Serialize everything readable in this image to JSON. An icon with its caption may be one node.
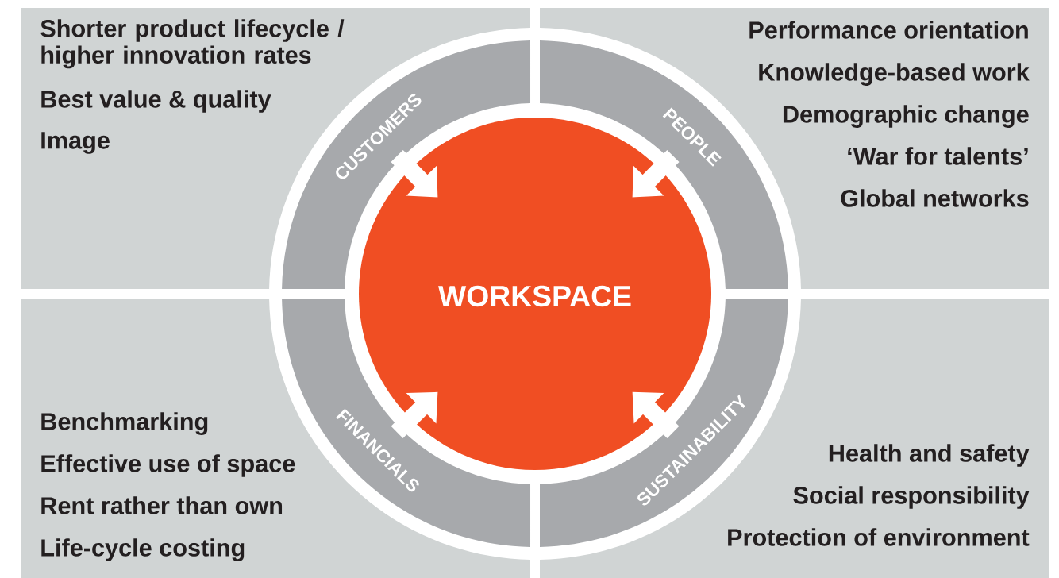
{
  "diagram": {
    "nodes": [
      {
        "text": [
          "Shorter product lifecycle / higher innovation rates",
          "Best value & quality",
          "Image"
        ]
      },
      {
        "text": [
          "Performance orientation",
          "Knowledge-based work",
          "Demographic change",
          "‘War for talents’",
          "Global networks"
        ]
      },
      {
        "text": [
          "Benchmarking",
          "Effective use of space",
          "Rent rather than own",
          "Life-cycle costing"
        ]
      },
      {
        "text": [
          "Health and safety",
          "Social responsibility",
          "Protection of environment"
        ]
      },
      {
        "text": [
          "CUSTOMERS"
        ],
        "in": 0
      },
      {
        "text": [
          "PEOPLE"
        ],
        "in": 1
      },
      {
        "text": [
          "FINANCIALS"
        ],
        "in": 2
      },
      {
        "text": [
          "SUSTAINABILITY"
        ],
        "in": 3
      },
      {
        "text": [
          "WORKSPACE"
        ]
      }
    ],
    "edges": [
      {
        "from": 4,
        "to": 8,
        "arrow": "to"
      },
      {
        "from": 5,
        "to": 8,
        "arrow": "to"
      },
      {
        "from": 6,
        "to": 8,
        "arrow": "to"
      },
      {
        "from": 7,
        "to": 8,
        "arrow": "to"
      }
    ]
  }
}
